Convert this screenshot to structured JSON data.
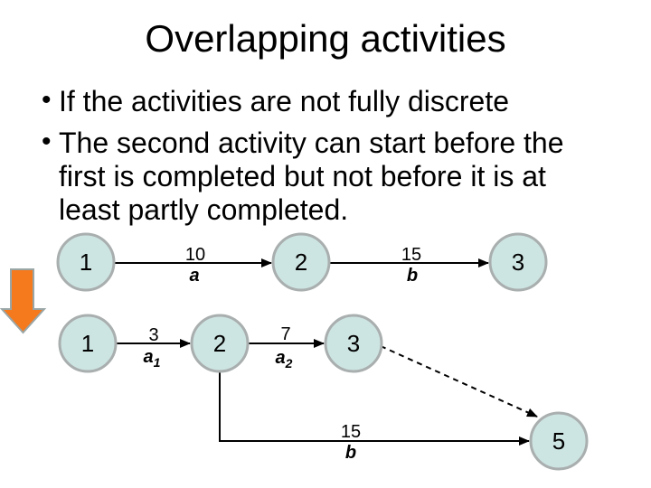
{
  "slide": {
    "title": "Overlapping activities",
    "bullets": [
      "If the activities are not fully discrete",
      "The second activity can start before the first is completed but not before it is at least partly completed."
    ]
  },
  "diagram": {
    "top_row": {
      "node1": "1",
      "node2": "2",
      "node3": "3",
      "edge_1_2": {
        "duration": "10",
        "activity": "a"
      },
      "edge_2_3": {
        "duration": "15",
        "activity": "b"
      }
    },
    "bottom_row": {
      "node1": "1",
      "node2": "2",
      "node3": "3",
      "node5": "5",
      "edge_1_2": {
        "duration": "3",
        "activity": "a",
        "subscript": "1"
      },
      "edge_2_3": {
        "duration": "7",
        "activity": "a",
        "subscript": "2"
      },
      "edge_2_5": {
        "duration": "15",
        "activity": "b"
      }
    },
    "icons": {
      "overlap_arrow": "down-arrow-icon"
    }
  },
  "colors": {
    "background": "#ffffff",
    "text": "#000000",
    "node_fill": "#cde5e2",
    "node_border": "#a9aeae",
    "edge_line": "#000000",
    "down_arrow_fill": "#f5791d",
    "down_arrow_border": "#9aa6a6"
  }
}
